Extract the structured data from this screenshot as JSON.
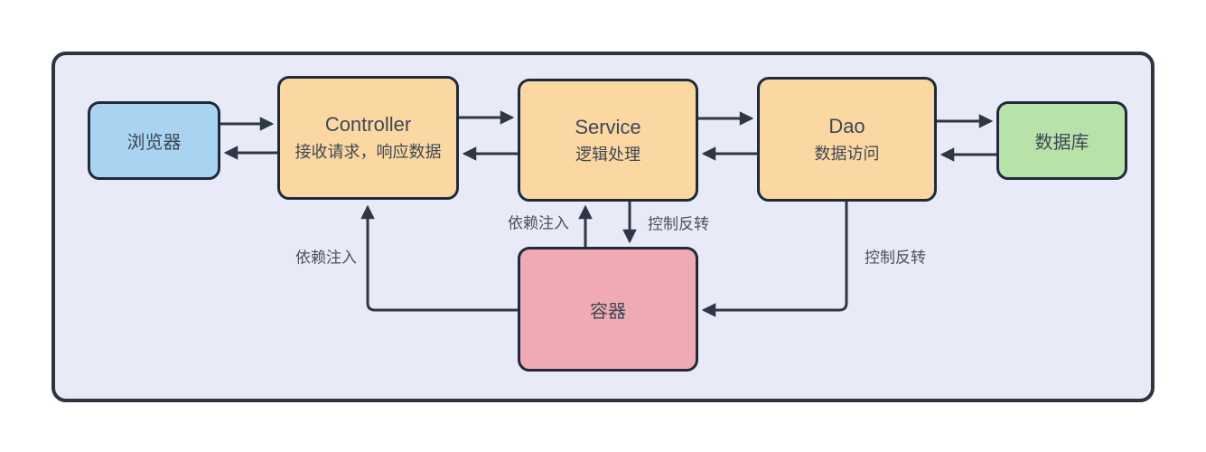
{
  "diagram": {
    "nodes": {
      "browser": {
        "label": "浏览器"
      },
      "controller": {
        "title": "Controller",
        "subtitle": "接收请求，响应数据"
      },
      "service": {
        "title": "Service",
        "subtitle": "逻辑处理"
      },
      "dao": {
        "title": "Dao",
        "subtitle": "数据访问"
      },
      "database": {
        "label": "数据库"
      },
      "container": {
        "label": "容器"
      }
    },
    "edge_labels": {
      "di_controller": "依赖注入",
      "di_service": "依赖注入",
      "ioc_service": "控制反转",
      "ioc_dao": "控制反转"
    },
    "colors": {
      "frame_bg": "#e8ebf7",
      "frame_border": "#2f353f",
      "node_border": "#1f2a3a",
      "browser_fill": "#a9d4f1",
      "process_fill": "#fbd8a1",
      "database_fill": "#b9e2a9",
      "container_fill": "#f0aab3",
      "arrow": "#2e3744",
      "text": "#3e4856",
      "label_text": "#49525f"
    }
  }
}
